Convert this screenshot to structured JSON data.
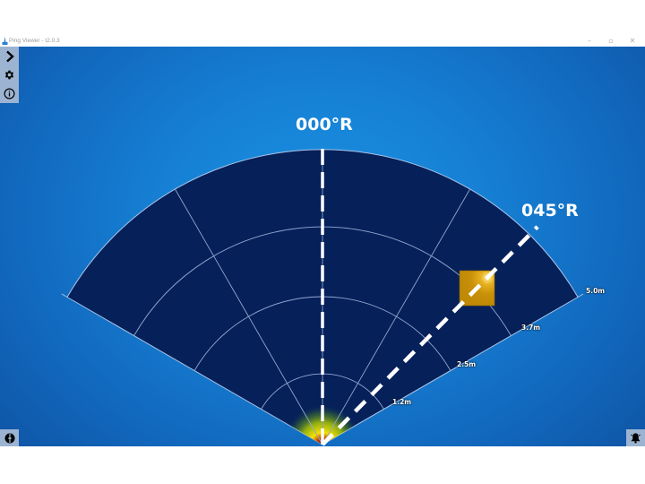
{
  "window": {
    "title": "Ping Viewer - t2.0.3",
    "controls": {
      "minimize": "–",
      "maximize": "▫",
      "close": "✕"
    }
  },
  "sidebar": {
    "items": [
      {
        "name": "expand",
        "icon": "chevron-right-icon"
      },
      {
        "name": "settings",
        "icon": "gear-icon"
      },
      {
        "name": "info",
        "icon": "info-icon"
      }
    ]
  },
  "corner_buttons": {
    "left": {
      "icon": "sonar-device-icon"
    },
    "right": {
      "icon": "bell-icon"
    }
  },
  "sonar": {
    "sector_span_deg": 120,
    "max_range_m": 5.0,
    "range_rings": [
      "1.2m",
      "2.5m",
      "3.7m",
      "5.0m"
    ],
    "radial_lines_deg": [
      -60,
      -30,
      0,
      30,
      60
    ],
    "headings": [
      {
        "label": "000°R",
        "angle_deg": 0
      },
      {
        "label": "045°R",
        "angle_deg": 45
      }
    ],
    "target": {
      "shape": "square",
      "color": "#d4a017",
      "bearing_deg": 45,
      "range_m": 3.7
    },
    "colors": {
      "sector_fill": "#06205a",
      "grid": "#8fa8cf",
      "outline": "#a9c4e6",
      "heading_line": "#ffffff"
    }
  }
}
